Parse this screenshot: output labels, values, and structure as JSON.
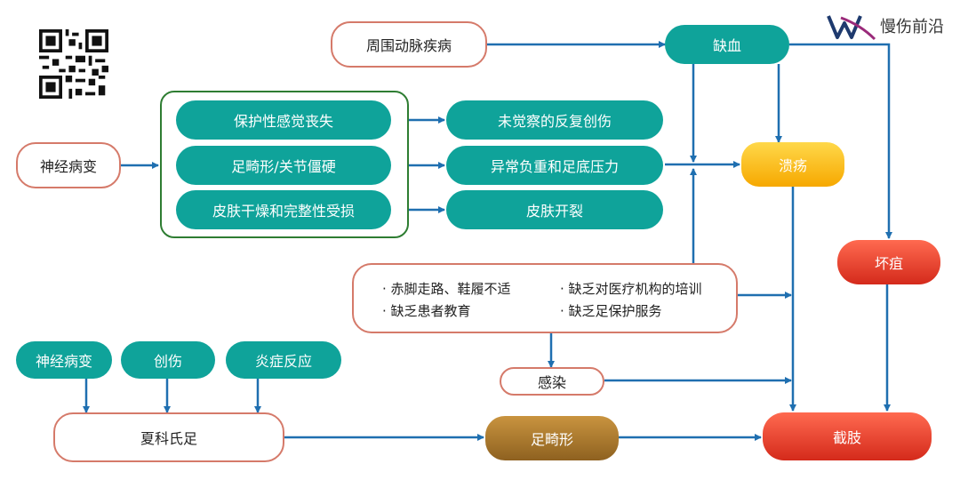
{
  "brand": {
    "name": "慢伤前沿"
  },
  "nodes": {
    "pad": "周围动脉疾病",
    "ischemia": "缺血",
    "neuropathy": "神经病变",
    "loss_sensation": "保护性感觉丧失",
    "deformity_joint": "足畸形/关节僵硬",
    "dry_skin": "皮肤干燥和完整性受损",
    "unnoticed_trauma": "未觉察的反复创伤",
    "abnormal_load": "异常负重和足底压力",
    "skin_crack": "皮肤开裂",
    "ulcer": "溃疡",
    "gangrene": "坏疽",
    "infection": "感染",
    "neuropathy2": "神经病变",
    "trauma": "创伤",
    "inflammation": "炎症反应",
    "charcot": "夏科氏足",
    "foot_deformity": "足畸形",
    "amputation": "截肢"
  },
  "risks": [
    "· 赤脚走路、鞋履不适",
    "· 缺乏对医疗机构的培训",
    "· 缺乏患者教育",
    "· 缺乏足保护服务"
  ],
  "colors": {
    "teal": "#0fa39a",
    "arrow": "#1f6fb0",
    "outline": "#d57a6a",
    "group": "#2e7d32"
  }
}
